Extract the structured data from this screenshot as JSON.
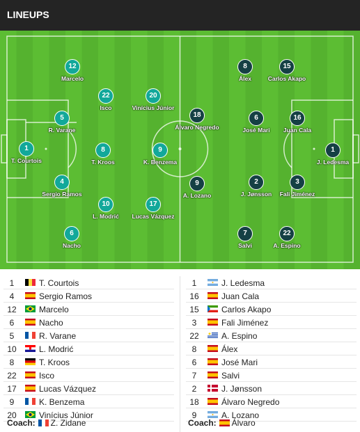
{
  "header": {
    "title": "LINEUPS"
  },
  "colors": {
    "home_disc": "#12a89a",
    "away_disc": "#154044",
    "pitch_light": "#5cbd33",
    "pitch_dark": "#55b22f"
  },
  "pitch": {
    "home": [
      {
        "num": "1",
        "name": "T. Courtois"
      },
      {
        "num": "12",
        "name": "Marcelo"
      },
      {
        "num": "5",
        "name": "R. Varane"
      },
      {
        "num": "4",
        "name": "Sergio Ramos"
      },
      {
        "num": "6",
        "name": "Nacho"
      },
      {
        "num": "22",
        "name": "Isco"
      },
      {
        "num": "8",
        "name": "T. Kroos"
      },
      {
        "num": "10",
        "name": "L. Modrić"
      },
      {
        "num": "20",
        "name": "Vinícius Júnior"
      },
      {
        "num": "9",
        "name": "K. Benzema"
      },
      {
        "num": "17",
        "name": "Lucas Vázquez"
      }
    ],
    "away": [
      {
        "num": "1",
        "name": "J. Ledesma"
      },
      {
        "num": "15",
        "name": "Carlos Akapo"
      },
      {
        "num": "16",
        "name": "Juan Cala"
      },
      {
        "num": "3",
        "name": "Fali Jiménez"
      },
      {
        "num": "22",
        "name": "A. Espino"
      },
      {
        "num": "8",
        "name": "Álex"
      },
      {
        "num": "6",
        "name": "José Mari"
      },
      {
        "num": "2",
        "name": "J. Jønsson"
      },
      {
        "num": "7",
        "name": "Salvi"
      },
      {
        "num": "18",
        "name": "Álvaro Negredo"
      },
      {
        "num": "9",
        "name": "A. Lozano"
      }
    ]
  },
  "roster": {
    "home": [
      {
        "num": "1",
        "name": "T. Courtois",
        "flag": "belgium"
      },
      {
        "num": "4",
        "name": "Sergio Ramos",
        "flag": "spain"
      },
      {
        "num": "12",
        "name": "Marcelo",
        "flag": "brazil"
      },
      {
        "num": "6",
        "name": "Nacho",
        "flag": "spain"
      },
      {
        "num": "5",
        "name": "R. Varane",
        "flag": "france"
      },
      {
        "num": "10",
        "name": "L. Modrić",
        "flag": "croatia"
      },
      {
        "num": "8",
        "name": "T. Kroos",
        "flag": "germany"
      },
      {
        "num": "22",
        "name": "Isco",
        "flag": "spain"
      },
      {
        "num": "17",
        "name": "Lucas Vázquez",
        "flag": "spain"
      },
      {
        "num": "9",
        "name": "K. Benzema",
        "flag": "france"
      },
      {
        "num": "20",
        "name": "Vinícius Júnior",
        "flag": "brazil"
      }
    ],
    "away": [
      {
        "num": "1",
        "name": "J. Ledesma",
        "flag": "argentina"
      },
      {
        "num": "16",
        "name": "Juan Cala",
        "flag": "spain"
      },
      {
        "num": "15",
        "name": "Carlos Akapo",
        "flag": "equatorial-guinea"
      },
      {
        "num": "3",
        "name": "Fali Jiménez",
        "flag": "spain"
      },
      {
        "num": "22",
        "name": "A. Espino",
        "flag": "uruguay"
      },
      {
        "num": "8",
        "name": "Álex",
        "flag": "spain"
      },
      {
        "num": "6",
        "name": "José Mari",
        "flag": "spain"
      },
      {
        "num": "7",
        "name": "Salvi",
        "flag": "spain"
      },
      {
        "num": "2",
        "name": "J. Jønsson",
        "flag": "denmark"
      },
      {
        "num": "18",
        "name": "Álvaro Negredo",
        "flag": "spain"
      },
      {
        "num": "9",
        "name": "A. Lozano",
        "flag": "argentina"
      }
    ]
  },
  "coach": {
    "label": "Coach:",
    "home": {
      "name": "Z. Zidane",
      "flag": "france"
    },
    "away": {
      "name": "Álvaro",
      "flag": "spain"
    }
  }
}
